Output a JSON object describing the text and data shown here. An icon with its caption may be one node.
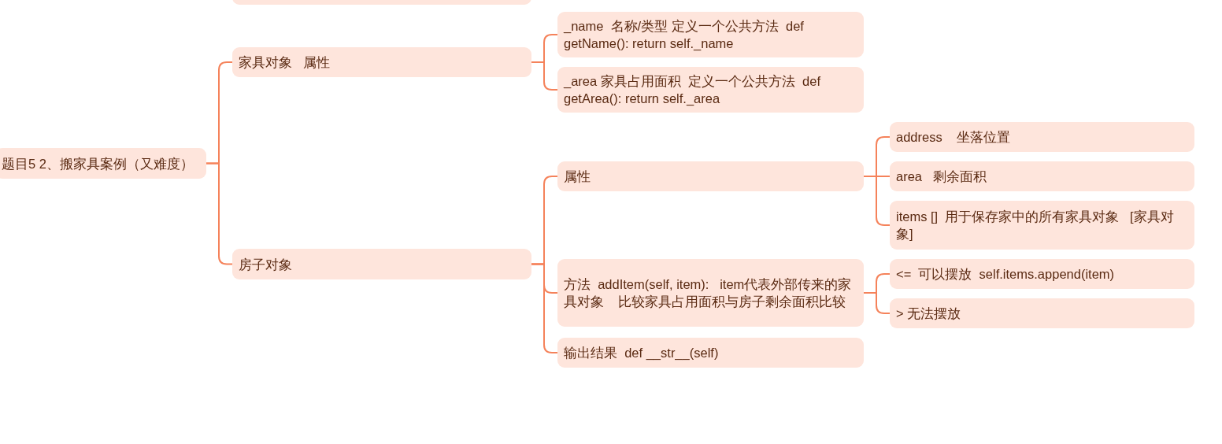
{
  "diagram": {
    "nodes": [
      {
        "text": [],
        "shape": "box"
      },
      {
        "text": [
          "题目5 2、搬家具案例（又难度）"
        ]
      },
      {
        "text": [
          "家具对象   属性"
        ]
      },
      {
        "text": [
          "_name  名称/类型 定义一个公共方法  def getName(): return self._name"
        ]
      },
      {
        "text": [
          "_area 家具占用面积  定义一个公共方法  def getArea(): return self._area"
        ]
      },
      {
        "text": [
          "房子对象"
        ]
      },
      {
        "text": [
          "属性"
        ]
      },
      {
        "text": [
          "address    坐落位置"
        ]
      },
      {
        "text": [
          "area   剩余面积"
        ]
      },
      {
        "text": [
          "items []  用于保存家中的所有家具对象   [家具对象]"
        ]
      },
      {
        "text": [
          "方法  addItem(self, item):   item代表外部传来的家具对象    比较家具占用面积与房子剩余面积比较"
        ]
      },
      {
        "text": [
          "<=  可以摆放  self.items.append(item)"
        ]
      },
      {
        "text": [
          "> 无法摆放"
        ]
      },
      {
        "text": [
          "输出结果  def __str__(self)"
        ]
      }
    ],
    "edges": [
      {
        "from": 1,
        "to": 2,
        "arrow": "none"
      },
      {
        "from": 1,
        "to": 5,
        "arrow": "none"
      },
      {
        "from": 2,
        "to": 3,
        "arrow": "none"
      },
      {
        "from": 2,
        "to": 4,
        "arrow": "none"
      },
      {
        "from": 5,
        "to": 6,
        "arrow": "none"
      },
      {
        "from": 5,
        "to": 10,
        "arrow": "none"
      },
      {
        "from": 5,
        "to": 13,
        "arrow": "none"
      },
      {
        "from": 6,
        "to": 7,
        "arrow": "none"
      },
      {
        "from": 6,
        "to": 8,
        "arrow": "none"
      },
      {
        "from": 6,
        "to": 9,
        "arrow": "none"
      },
      {
        "from": 10,
        "to": 11,
        "arrow": "none"
      },
      {
        "from": 10,
        "to": 12,
        "arrow": "none"
      }
    ]
  }
}
